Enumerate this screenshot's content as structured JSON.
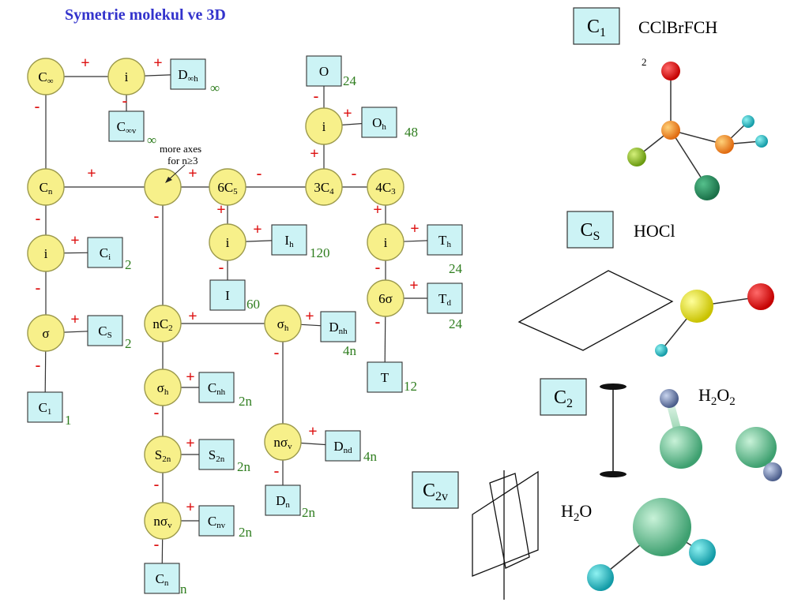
{
  "title": "Symetrie molekul ve 3D",
  "colors": {
    "node_fill": "#f7f08a",
    "node_stroke": "#9c9a4c",
    "box_fill": "#ccf3f5",
    "box_stroke": "#333333",
    "plus": "#dd1111",
    "minus": "#dd1111",
    "order": "#2e7d1e",
    "title": "#3333cc",
    "line": "#333333"
  },
  "nodes": [
    {
      "id": "cinf",
      "base": "C",
      "sub": "∞"
    },
    {
      "id": "i1",
      "base": "i",
      "sub": ""
    },
    {
      "id": "cn",
      "base": "C",
      "sub": "n"
    },
    {
      "id": "hub",
      "base": "",
      "sub": ""
    },
    {
      "id": "c5",
      "base": "6C",
      "sub": "5"
    },
    {
      "id": "c4",
      "base": "3C",
      "sub": "4"
    },
    {
      "id": "c3",
      "base": "4C",
      "sub": "3"
    },
    {
      "id": "iO",
      "base": "i",
      "sub": ""
    },
    {
      "id": "iCn",
      "base": "i",
      "sub": ""
    },
    {
      "id": "sigCn",
      "base": "σ",
      "sub": ""
    },
    {
      "id": "iC5",
      "base": "i",
      "sub": ""
    },
    {
      "id": "iC3",
      "base": "i",
      "sub": ""
    },
    {
      "id": "sig6",
      "base": "6σ",
      "sub": ""
    },
    {
      "id": "nc2",
      "base": "nC",
      "sub": "2"
    },
    {
      "id": "sigh",
      "base": "σ",
      "sub": "h"
    },
    {
      "id": "sigh2",
      "base": "σ",
      "sub": "h"
    },
    {
      "id": "s2n",
      "base": "S",
      "sub": "2n"
    },
    {
      "id": "nsigv",
      "base": "nσ",
      "sub": "v"
    },
    {
      "id": "nsigv2",
      "base": "nσ",
      "sub": "v"
    }
  ],
  "groups": [
    {
      "id": "dinfh",
      "base": "D",
      "sub": "∞h",
      "order": "∞"
    },
    {
      "id": "cinfv",
      "base": "C",
      "sub": "∞v",
      "order": "∞"
    },
    {
      "id": "O",
      "base": "O",
      "sub": "",
      "order": "24"
    },
    {
      "id": "Oh",
      "base": "O",
      "sub": "h",
      "order": "48"
    },
    {
      "id": "Ci",
      "base": "C",
      "sub": "i",
      "order": "2"
    },
    {
      "id": "Cs",
      "base": "C",
      "sub": "S",
      "order": "2"
    },
    {
      "id": "C1",
      "base": "C",
      "sub": "1",
      "order": "1"
    },
    {
      "id": "Ih",
      "base": "I",
      "sub": "h",
      "order": "120"
    },
    {
      "id": "I",
      "base": "I",
      "sub": "",
      "order": "60"
    },
    {
      "id": "Th",
      "base": "T",
      "sub": "h",
      "order": "24"
    },
    {
      "id": "Td",
      "base": "T",
      "sub": "d",
      "order": "24"
    },
    {
      "id": "T",
      "base": "T",
      "sub": "",
      "order": "12"
    },
    {
      "id": "Dnh",
      "base": "D",
      "sub": "nh",
      "order": "4n"
    },
    {
      "id": "Cnh",
      "base": "C",
      "sub": "nh",
      "order": "2n"
    },
    {
      "id": "S2n",
      "base": "S",
      "sub": "2n",
      "order": "2n"
    },
    {
      "id": "Dnd",
      "base": "D",
      "sub": "nd",
      "order": "4n"
    },
    {
      "id": "Dn",
      "base": "D",
      "sub": "n",
      "order": "2n"
    },
    {
      "id": "Cnv",
      "base": "C",
      "sub": "nv",
      "order": "2n"
    },
    {
      "id": "Cn",
      "base": "C",
      "sub": "n",
      "order": "n"
    }
  ],
  "annotation": {
    "line1": "more axes",
    "line2": "for n≥3"
  },
  "examples": [
    {
      "id": "c1",
      "group_base": "C",
      "group_sub": "1",
      "formula": [
        {
          "t": "CClBrFCH",
          "s": false
        }
      ],
      "note": "2"
    },
    {
      "id": "cs",
      "group_base": "C",
      "group_sub": "S",
      "formula": [
        {
          "t": "HOCl",
          "s": false
        }
      ],
      "note": ""
    },
    {
      "id": "c2",
      "group_base": "C",
      "group_sub": "2",
      "formula": [
        {
          "t": "H",
          "s": false
        },
        {
          "t": "2",
          "s": true
        },
        {
          "t": "O",
          "s": false
        },
        {
          "t": "2",
          "s": true
        }
      ],
      "note": ""
    },
    {
      "id": "c2v",
      "group_base": "C",
      "group_sub": "2v",
      "formula": [
        {
          "t": "H",
          "s": false
        },
        {
          "t": "2",
          "s": true
        },
        {
          "t": "O",
          "s": false
        }
      ],
      "note": ""
    }
  ]
}
